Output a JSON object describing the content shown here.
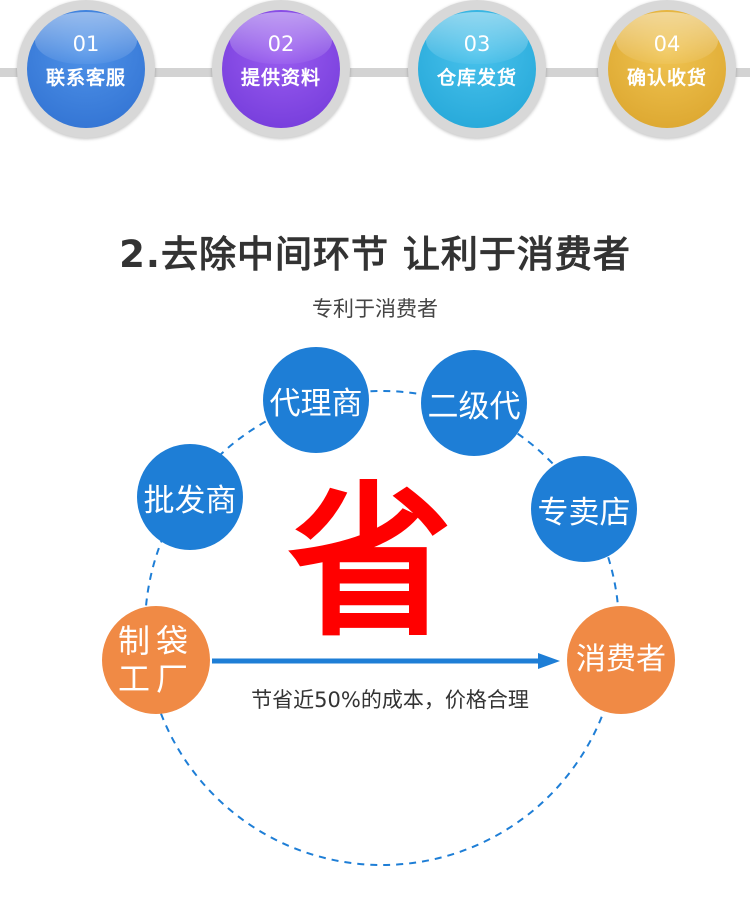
{
  "steps": [
    {
      "num": "01",
      "label": "联系客服"
    },
    {
      "num": "02",
      "label": "提供资料"
    },
    {
      "num": "03",
      "label": "仓库发货"
    },
    {
      "num": "04",
      "label": "确认收货"
    }
  ],
  "heading": "2.去除中间环节 让利于消费者",
  "subheading": "专利于消费者",
  "nodes": {
    "agent": "代理商",
    "secondary": "二级代",
    "wholesaler": "批发商",
    "store": "专卖店",
    "factory_line1": "制袋",
    "factory_line2": "工厂",
    "consumer": "消费者"
  },
  "center_char": "省",
  "note": "节省近50%的成本，价格合理",
  "colors": {
    "step1": "#2e6fd0",
    "step2": "#7038d8",
    "step3": "#20a4d6",
    "step4": "#d9a22a",
    "node_blue": "#1e7ed6",
    "node_orange": "#f08a45",
    "center_red": "#ff0000",
    "dash": "#1e7ed6"
  }
}
